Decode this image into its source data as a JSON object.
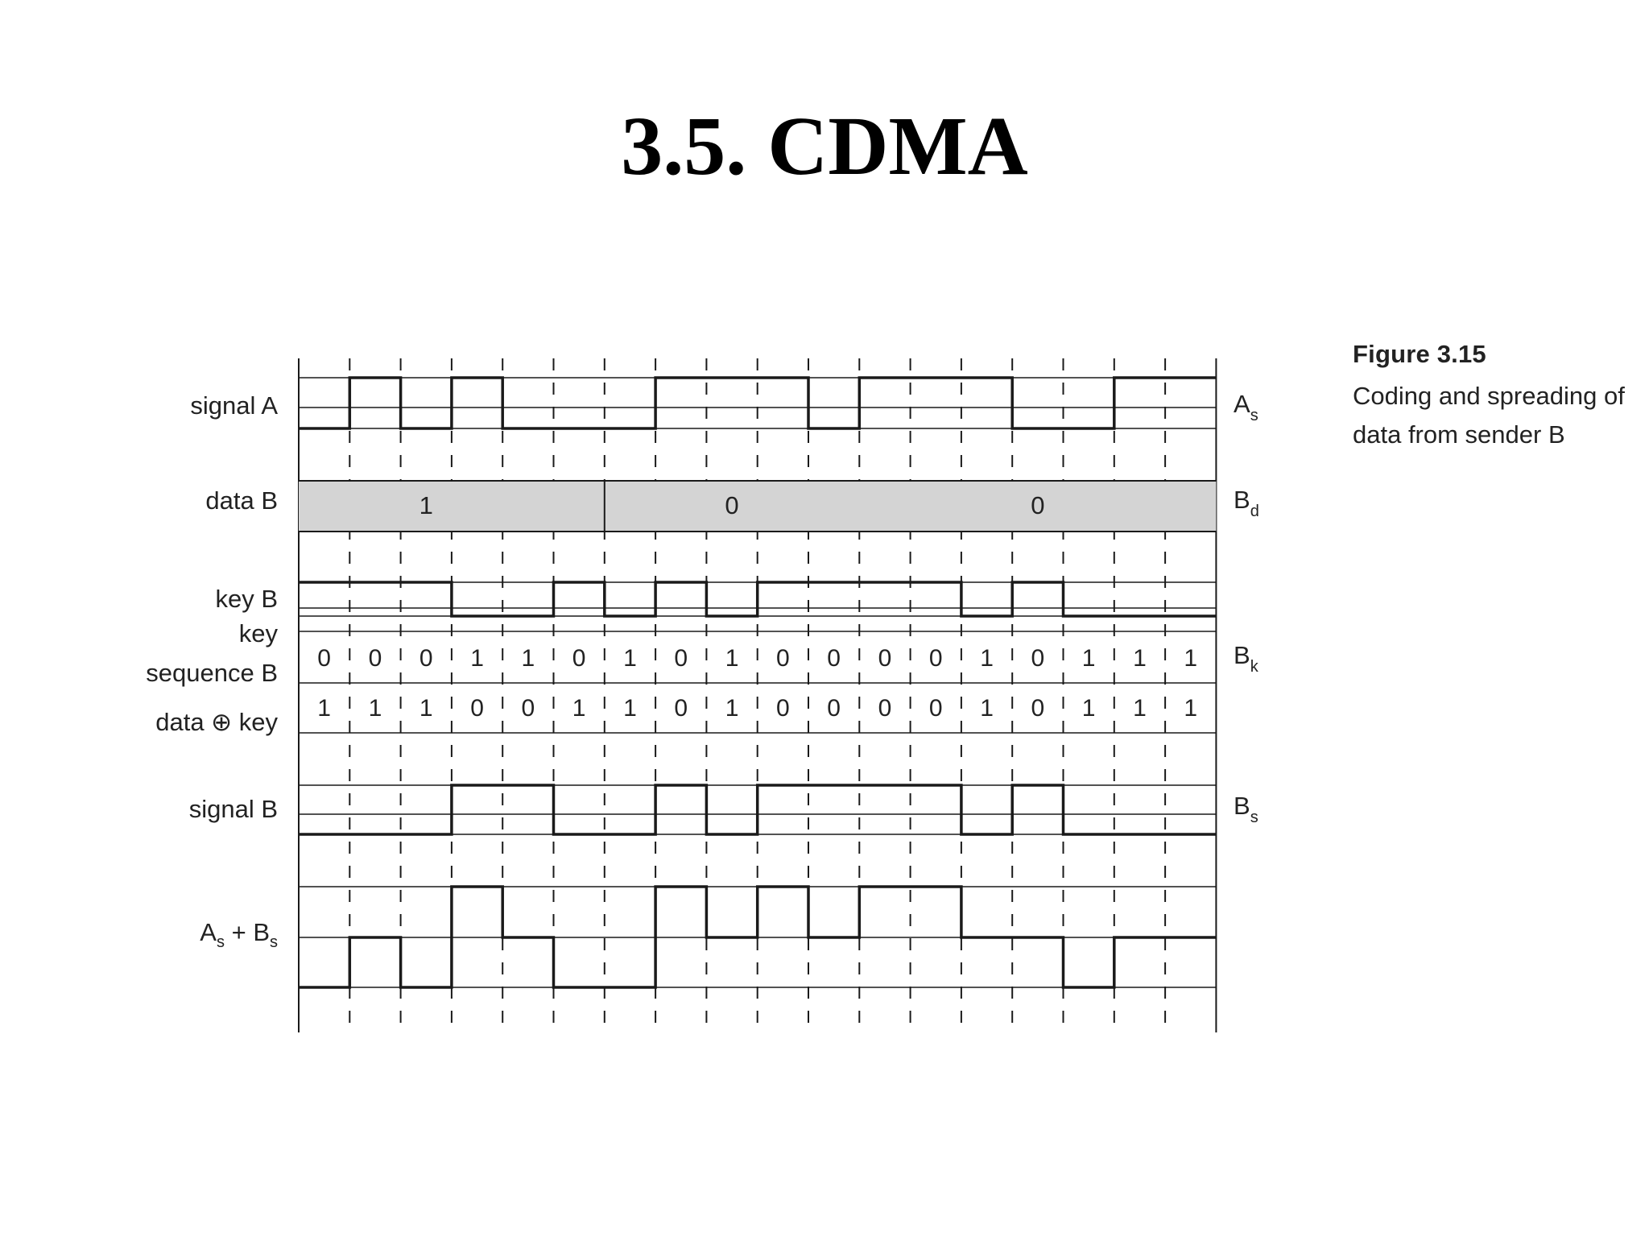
{
  "slide": {
    "title": "3.5. CDMA"
  },
  "caption": {
    "figure": "Figure 3.15",
    "text": "Coding and spreading of data from sender B"
  },
  "rows": {
    "signal_a": "signal A",
    "data_b": "data B",
    "key_b": "key B",
    "key_sequence_b_line1": "key",
    "key_sequence_b_line2": "sequence B",
    "data_xor_key": "data ⊕ key",
    "signal_b": "signal B",
    "sum_a": "A",
    "sum_plus": " + B",
    "sum_sub": "s"
  },
  "right_labels": {
    "as_main": "A",
    "as_sub": "s",
    "bd_main": "B",
    "bd_sub": "d",
    "bk_main": "B",
    "bk_sub": "k",
    "bs_main": "B",
    "bs_sub": "s"
  },
  "data_bits": [
    "1",
    "0",
    "0"
  ],
  "key_sequence": [
    0,
    0,
    0,
    1,
    1,
    0,
    1,
    0,
    1,
    0,
    0,
    0,
    0,
    1,
    0,
    1,
    1,
    1
  ],
  "data_xor_key_sequence": [
    1,
    1,
    1,
    0,
    0,
    1,
    1,
    0,
    1,
    0,
    0,
    0,
    0,
    1,
    0,
    1,
    1,
    1
  ],
  "signal_a_levels": [
    0,
    1,
    0,
    1,
    0,
    0,
    0,
    1,
    1,
    1,
    0,
    1,
    1,
    1,
    0,
    0,
    1,
    1
  ],
  "signal_b_levels": [
    0,
    0,
    0,
    1,
    1,
    0,
    0,
    1,
    0,
    1,
    1,
    1,
    1,
    0,
    1,
    0,
    0,
    0
  ],
  "sum_levels": [
    -1,
    0,
    -1,
    1,
    0,
    -1,
    -1,
    1,
    0,
    1,
    0,
    1,
    1,
    0,
    0,
    -1,
    0,
    0
  ],
  "colors": {
    "line": "#1a1a1a",
    "data_fill": "#d4d4d4"
  }
}
